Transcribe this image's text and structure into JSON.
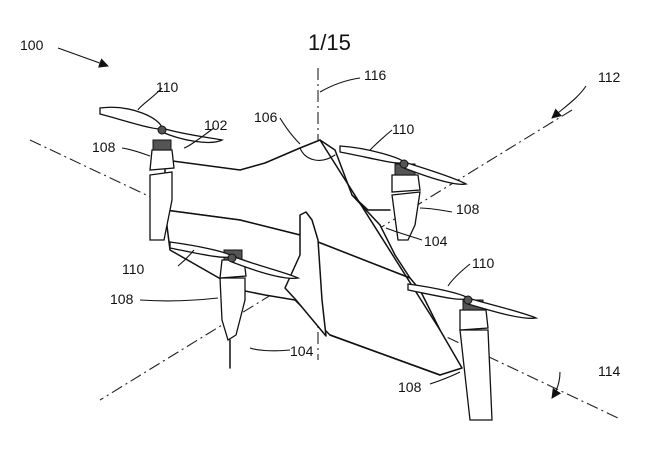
{
  "sheet": {
    "title": "1/15"
  },
  "labels": {
    "system": "100",
    "frame": "102",
    "wing": "104",
    "wing_lower": "104",
    "hub": "106",
    "pod_upper_left": "108",
    "pod_upper_right": "108",
    "pod_lower_left": "108",
    "pod_lower_right": "108",
    "rotor_upper_left": "110",
    "rotor_upper_right": "110",
    "rotor_lower_left": "110",
    "rotor_lower_right": "110",
    "axis_diagonal_a": "112",
    "axis_diagonal_b": "114",
    "axis_vertical": "116"
  }
}
